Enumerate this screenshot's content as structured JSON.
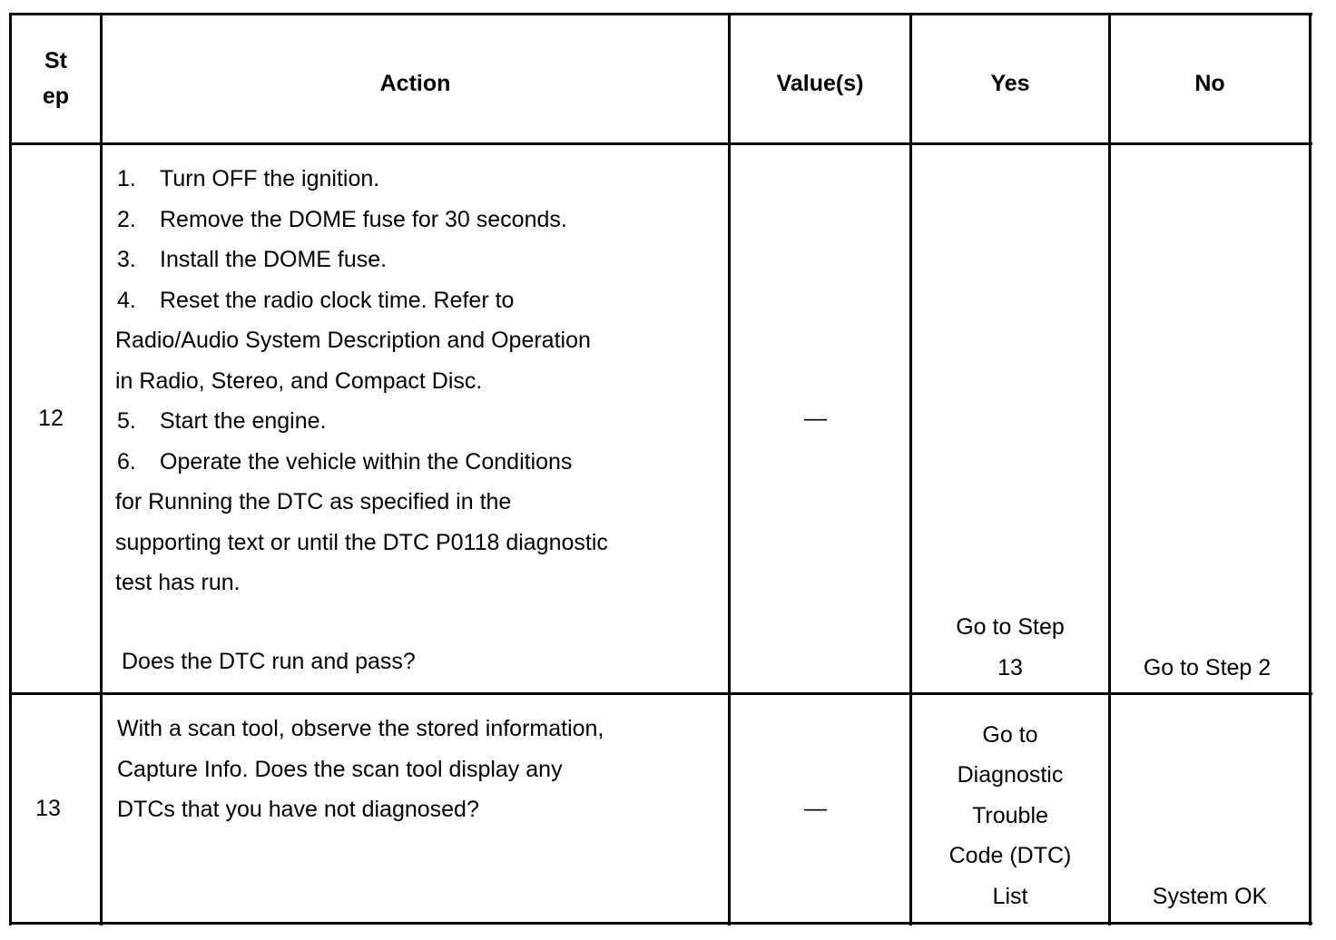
{
  "table": {
    "headers": {
      "step": [
        "St",
        "ep"
      ],
      "action": "Action",
      "values": "Value(s)",
      "yes": "Yes",
      "no": "No"
    },
    "rows": [
      {
        "step": "12",
        "action_lines": [
          {
            "num": "1.",
            "text": "Turn OFF the ignition."
          },
          {
            "num": "2.",
            "text": "Remove the DOME fuse for 30 seconds."
          },
          {
            "num": "3.",
            "text": "Install the DOME fuse."
          },
          {
            "num": "4.",
            "text": "Reset the radio clock time. Refer to"
          },
          {
            "num": "",
            "text": "Radio/Audio System Description and Operation"
          },
          {
            "num": "",
            "text": "in Radio, Stereo, and Compact Disc."
          },
          {
            "num": "5.",
            "text": "Start the engine."
          },
          {
            "num": "6.",
            "text": "Operate the vehicle within the Conditions"
          },
          {
            "num": "",
            "text": "for Running the DTC as specified in the"
          },
          {
            "num": "",
            "text": "supporting text or until the DTC P0118 diagnostic"
          },
          {
            "num": "",
            "text": "test has run."
          }
        ],
        "question": "Does the DTC run and pass?",
        "values": "—",
        "yes": [
          "Go to Step",
          "13"
        ],
        "no": [
          "Go to Step 2"
        ]
      },
      {
        "step": "13",
        "action_lines": [
          "With a scan tool, observe the stored information,",
          "Capture Info. Does the scan tool display any",
          "DTCs that you have not diagnosed?"
        ],
        "values": "—",
        "yes": [
          "Go to",
          "Diagnostic",
          "Trouble",
          "Code (DTC)",
          "List"
        ],
        "no": [
          "System OK"
        ]
      }
    ]
  }
}
